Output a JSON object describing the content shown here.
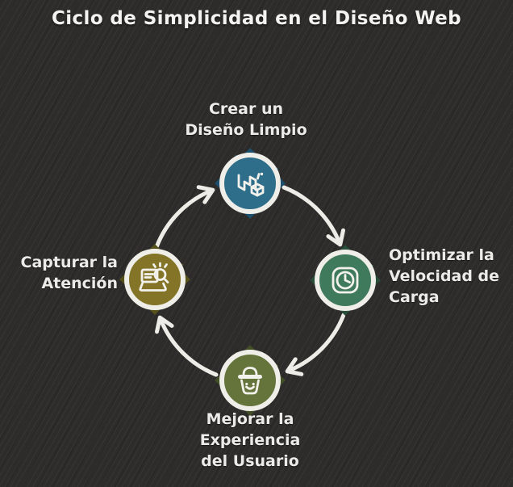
{
  "title": "Ciclo de Simplicidad en el Diseño Web",
  "style": {
    "background": "#2d2c2b",
    "stroke_white": "#efeee8",
    "text_color": "#edebe7"
  },
  "nodes": {
    "top": {
      "label_lines": [
        "Crear un",
        "Diseño Limpio"
      ],
      "icon": "isometric-cube-logo-icon",
      "colors": {
        "circle": "#2e6e8a",
        "diamond_dark": "#1d4f6c",
        "diamond_mid": "#266080"
      }
    },
    "right": {
      "label_lines": [
        "Optimizar la",
        "Velocidad de",
        "Carga"
      ],
      "icon": "clock-icon",
      "colors": {
        "circle": "#3e7a5b",
        "diamond_dark": "#284e3a",
        "diamond_mid": "#346549"
      }
    },
    "bottom": {
      "label_lines": [
        "Mejorar la",
        "Experiencia",
        "del Usuario"
      ],
      "icon": "smiling-user-hat-icon",
      "colors": {
        "circle": "#64743a",
        "diamond_dark": "#424e25",
        "diamond_mid": "#53622f"
      }
    },
    "left": {
      "label_lines": [
        "Capturar la",
        "Atención"
      ],
      "icon": "laptop-search-icon",
      "colors": {
        "circle": "#837427",
        "diamond_dark": "#57511a",
        "diamond_mid": "#6c6220"
      }
    }
  },
  "arrows": [
    {
      "name": "arrow-left-to-top"
    },
    {
      "name": "arrow-top-to-right"
    },
    {
      "name": "arrow-right-to-bottom"
    },
    {
      "name": "arrow-bottom-to-left"
    }
  ]
}
